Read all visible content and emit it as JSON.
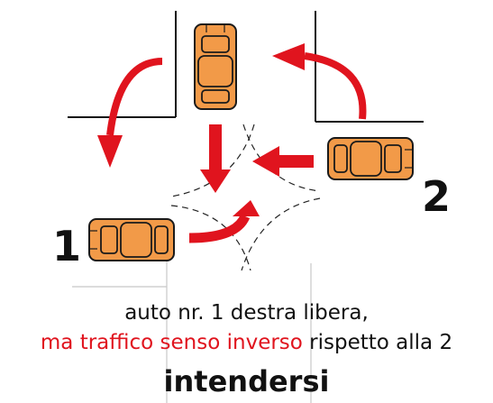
{
  "labels": {
    "car1_number": "1",
    "car2_number": "2"
  },
  "caption": {
    "line1": "auto nr. 1 destra libera,",
    "line2_red": "ma traffico senso inverso",
    "line2_rest": " rispetto alla 2"
  },
  "title": "intendersi",
  "colors": {
    "car_body": "#f29a48",
    "car_outline": "#1a1a1a",
    "arrow": "#e0141e",
    "road_line": "#111111",
    "caption_highlight": "#e0141e"
  }
}
